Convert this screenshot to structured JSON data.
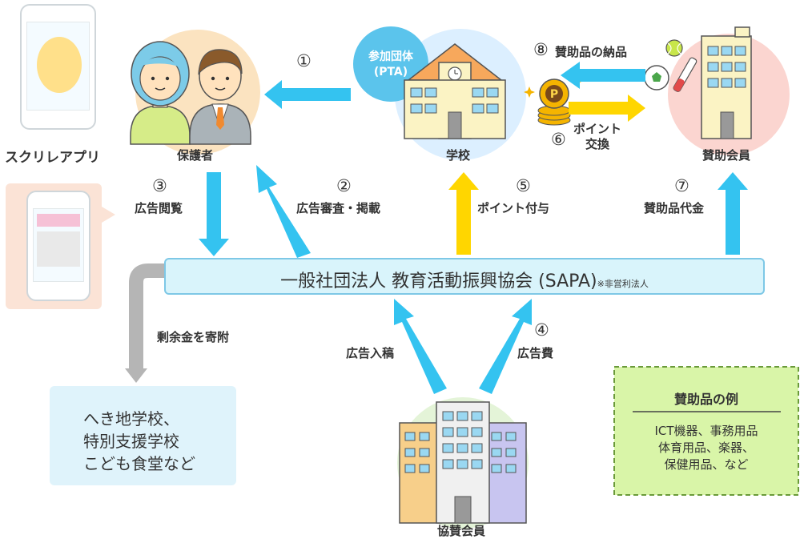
{
  "nodes": {
    "app": "スクリレアプリ",
    "guardians": "保護者",
    "school": "学校",
    "pta": "参加団体\n(PTA)",
    "sponsors": "賛助会員",
    "cosponsors": "協賛会員",
    "sapa": "一般社団法人 教育活動振興協会 (SAPA)",
    "sapa_note": "※非営利法人",
    "donation_target": "へき地学校、\n特別支援学校\nこども食堂など"
  },
  "flows": {
    "f1_num": "①",
    "f2_num": "②",
    "f2_label": "広告審査・掲載",
    "f3_num": "③",
    "f3_label": "広告閲覧",
    "f4_num": "④",
    "f4_label": "広告費",
    "f5_num": "⑤",
    "f5_label": "ポイント付与",
    "f6_num": "⑥",
    "f6_label": "ポイント\n交換",
    "f7_num": "⑦",
    "f7_label": "賛助品代金",
    "f8_num": "⑧",
    "f8_label": "賛助品の納品",
    "ad_submit": "広告入稿",
    "donate": "剰余金を寄附"
  },
  "examples": {
    "title": "賛助品の例",
    "body": "ICT機器、事務用品\n体育用品、楽器、\n保健用品、など"
  },
  "coin_letter": "P",
  "colors": {
    "blue_arrow": "#34c3f0",
    "yellow_arrow": "#ffd600",
    "gray_arrow": "#b5b5b5"
  }
}
